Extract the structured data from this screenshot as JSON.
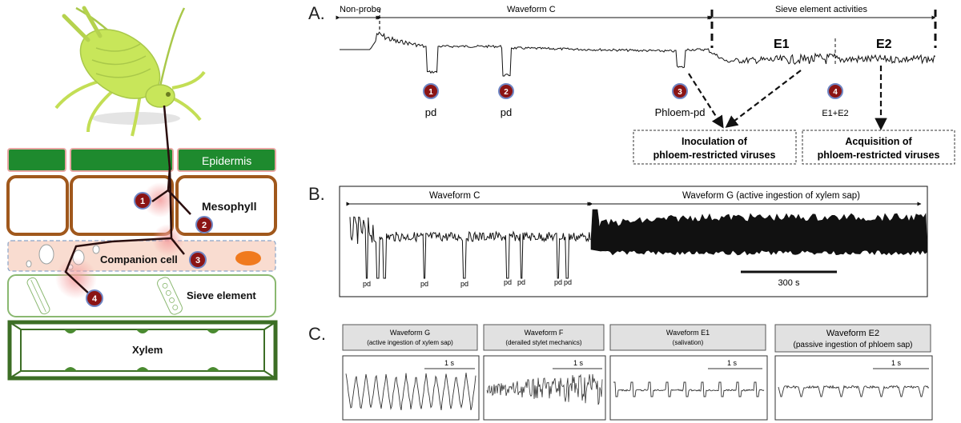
{
  "left_diagram": {
    "tissues": {
      "epidermis": "Epidermis",
      "mesophyll": "Mesophyll",
      "companion_cell": "Companion cell",
      "sieve_element": "Sieve element",
      "xylem": "Xylem"
    },
    "markers": [
      "1",
      "2",
      "3",
      "4"
    ],
    "colors": {
      "epidermis": "#1e8a2e",
      "mesophyll_border": "#a0581c",
      "companion_bg": "#f9dcd0",
      "sieve_border": "#8ab870",
      "xylem_border": "#3c6e25",
      "marker": "#8b1414",
      "aphid": "#c8e65a"
    }
  },
  "panel_a": {
    "label": "A.",
    "sections": {
      "non_probe": "Non-probe",
      "waveform_c": "Waveform C",
      "sieve_activities": "Sieve element activities"
    },
    "e1": "E1",
    "e2": "E2",
    "markers": [
      {
        "num": "1",
        "label": "pd"
      },
      {
        "num": "2",
        "label": "pd"
      },
      {
        "num": "3",
        "label": "Phloem-pd"
      },
      {
        "num": "4",
        "label": "E1+E2"
      }
    ],
    "inoculation": {
      "line1": "Inoculation of",
      "line2": "phloem-restricted viruses"
    },
    "acquisition": {
      "line1": "Acquisition of",
      "line2": "phloem-restricted viruses"
    }
  },
  "panel_b": {
    "label": "B.",
    "waveform_c": "Waveform C",
    "waveform_g": "Waveform G (active ingestion of xylem sap)",
    "pd_labels": [
      "pd",
      "pd",
      "pd",
      "pd",
      "pd",
      "pd",
      "pd"
    ],
    "scale": "300 s"
  },
  "panel_c": {
    "label": "C.",
    "panels": [
      {
        "title": "Waveform G",
        "subtitle": "(active ingestion of xylem sap)",
        "scale": "1 s"
      },
      {
        "title": "Waveform F",
        "subtitle": "(derailed stylet mechanics)",
        "scale": "1 s"
      },
      {
        "title": "Waveform E1",
        "subtitle": "(salivation)",
        "scale": "1 s"
      },
      {
        "title": "Waveform E2",
        "subtitle": "(passive ingestion of phloem sap)",
        "scale": "1 s"
      }
    ]
  }
}
